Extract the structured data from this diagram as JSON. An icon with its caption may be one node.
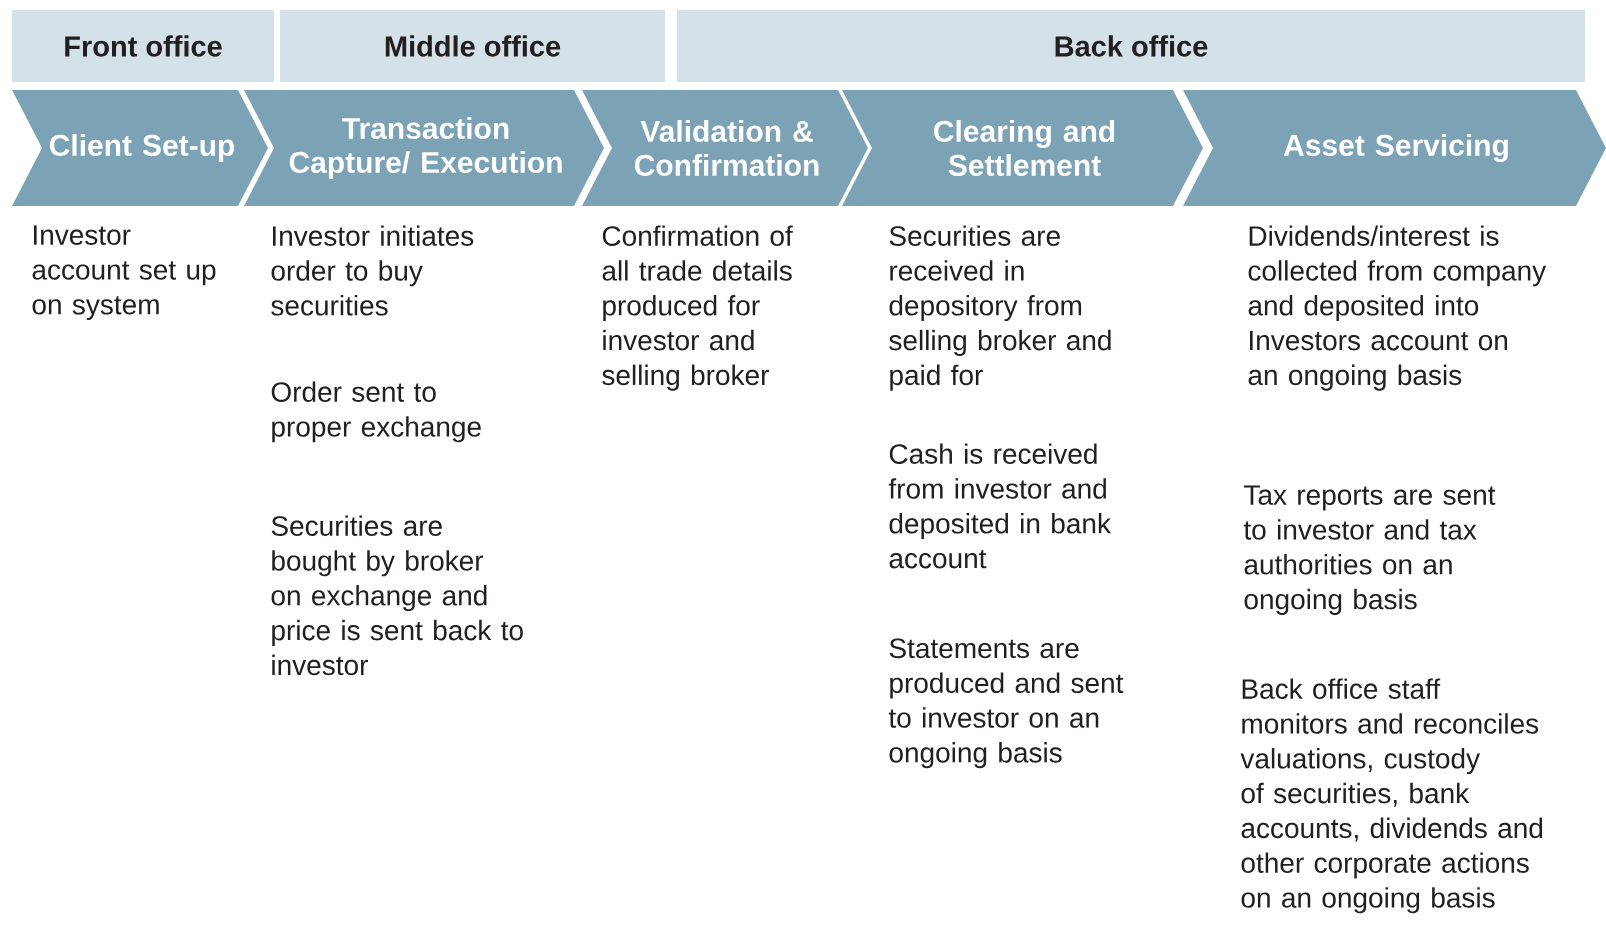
{
  "diagram": {
    "nodes": [
      {
        "text": [
          "Front office"
        ]
      },
      {
        "text": [
          "Middle office"
        ]
      },
      {
        "text": [
          "Back office"
        ]
      },
      {
        "text": [
          "Client Set-up"
        ]
      },
      {
        "text": [
          "Transaction Capture/ Execution"
        ]
      },
      {
        "text": [
          "Validation & Confirmation"
        ]
      },
      {
        "text": [
          "Clearing and Settlement"
        ]
      },
      {
        "text": [
          "Asset Servicing"
        ]
      }
    ],
    "labels": [
      "Investor account set up on system",
      "Investor initiates order to buy securities",
      "Order sent to proper exchange",
      "Securities are bought by broker on exchange and price is sent back to investor",
      "Confirmation of all trade details produced for investor and selling broker",
      "Securities are received in depository from selling broker and paid for",
      "Cash is received from investor and deposited in bank account",
      "Statements are produced and sent to investor on an ongoing basis",
      "Dividends/interest is collected from company and deposited into Investors account on an ongoing basis",
      "Tax reports are sent to investor and tax authorities on an ongoing basis",
      "Back office staff monitors and reconciles valuations, custody of securities, bank accounts, dividends and other corporate actions on an ongoing basis"
    ]
  }
}
